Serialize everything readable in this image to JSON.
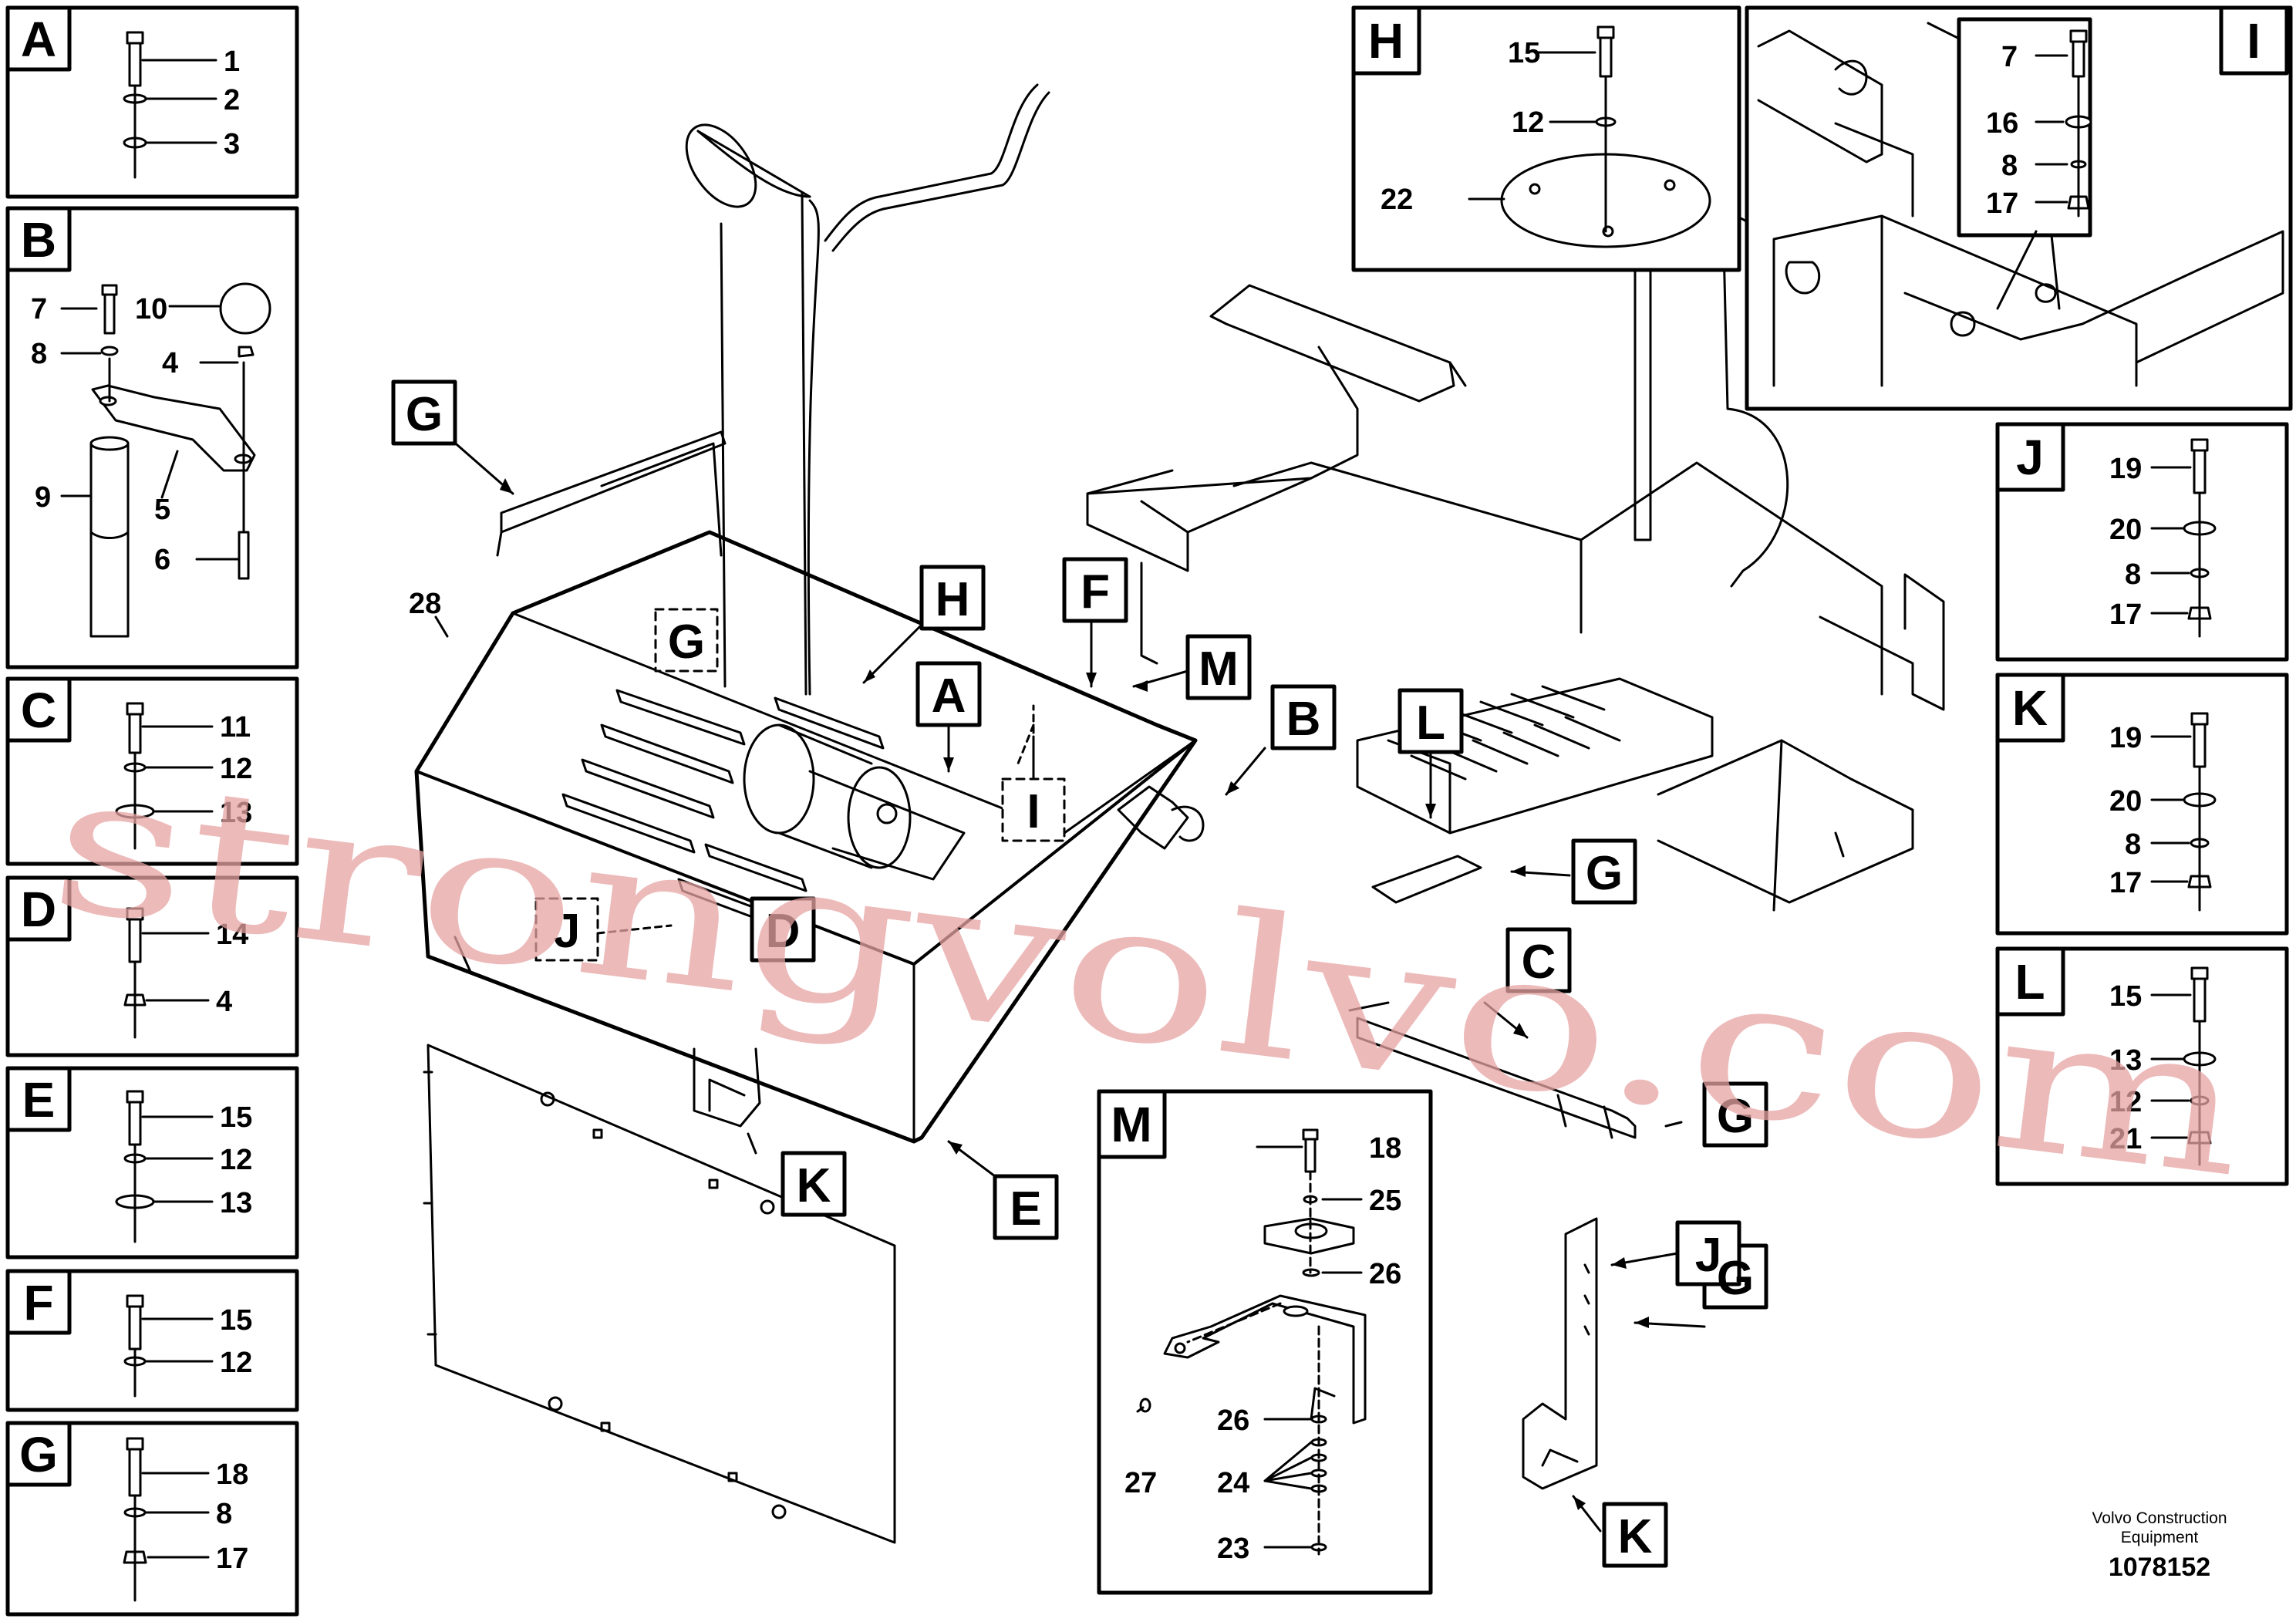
{
  "panels": [
    {
      "letter": "A",
      "parts": [
        "1",
        "2",
        "3"
      ]
    },
    {
      "letter": "B",
      "parts": [
        "7",
        "8",
        "9",
        "10",
        "4",
        "5",
        "6"
      ]
    },
    {
      "letter": "C",
      "parts": [
        "11",
        "12",
        "13"
      ]
    },
    {
      "letter": "D",
      "parts": [
        "14",
        "4"
      ]
    },
    {
      "letter": "E",
      "parts": [
        "15",
        "12",
        "13"
      ]
    },
    {
      "letter": "F",
      "parts": [
        "15",
        "12"
      ]
    },
    {
      "letter": "G",
      "parts": [
        "18",
        "8",
        "17"
      ]
    },
    {
      "letter": "H",
      "parts": [
        "15",
        "12",
        "22"
      ]
    },
    {
      "letter": "I",
      "parts": [
        "7",
        "16",
        "8",
        "17"
      ]
    },
    {
      "letter": "J",
      "parts": [
        "19",
        "20",
        "8",
        "17"
      ]
    },
    {
      "letter": "K",
      "parts": [
        "19",
        "20",
        "8",
        "17"
      ]
    },
    {
      "letter": "L",
      "parts": [
        "15",
        "13",
        "12",
        "21"
      ]
    },
    {
      "letter": "M",
      "parts": [
        "18",
        "25",
        "26",
        "26",
        "27",
        "24",
        "23"
      ]
    }
  ],
  "callouts": [
    "G",
    "H",
    "F",
    "M",
    "A",
    "B",
    "L",
    "I",
    "G",
    "G",
    "J",
    "D",
    "C",
    "G",
    "K",
    "E",
    "J",
    "K"
  ],
  "assembly_label": "28",
  "watermark": "strongvolvo.com",
  "footer": {
    "company_line1": "Volvo Construction",
    "company_line2": "Equipment",
    "doc_number": "1078152"
  }
}
